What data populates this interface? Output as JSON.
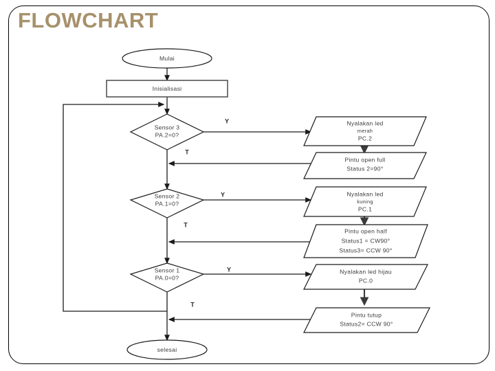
{
  "slide": {
    "title": "FLOWCHART",
    "title_color": "#a6916b",
    "frame_color": "#000000",
    "background": "#ffffff"
  },
  "flowchart": {
    "nodes": {
      "start": {
        "shape": "terminator",
        "label": "Mulai"
      },
      "init": {
        "shape": "process",
        "label": "Inisialisasi"
      },
      "decision3": {
        "shape": "decision",
        "line1": "Sensor 3",
        "line2": "PA.2=0?"
      },
      "io_led_merah": {
        "shape": "io",
        "line1": "Nyalakan led",
        "line2": "merah",
        "line3": "PC.2"
      },
      "io_open_full": {
        "shape": "io",
        "line1": "Pintu open full",
        "line2": "Status 2=90°"
      },
      "decision2": {
        "shape": "decision",
        "line1": "Sensor 2",
        "line2": "PA.1=0?"
      },
      "io_led_kuning": {
        "shape": "io",
        "line1": "Nyalakan led",
        "line2": "kuning",
        "line3": "PC.1"
      },
      "io_open_half": {
        "shape": "io",
        "line1": "Pintu open half",
        "line2": "Status1 = CW90°",
        "line3": "Status3= CCW 90°"
      },
      "decision1": {
        "shape": "decision",
        "line1": "Sensor 1",
        "line2": "PA.0=0?"
      },
      "io_led_hijau": {
        "shape": "io",
        "line1": "Nyalakan led hijau",
        "line2": "PC.0"
      },
      "io_tutup": {
        "shape": "io",
        "line1": "Pintu tutup",
        "line2": "Status2= CCW 90°"
      },
      "end": {
        "shape": "terminator",
        "label": "selesai"
      }
    },
    "branch_labels": {
      "yes3": "Y",
      "no3": "T",
      "yes2": "Y",
      "no2": "T",
      "yes1": "Y",
      "no1": "T"
    }
  }
}
